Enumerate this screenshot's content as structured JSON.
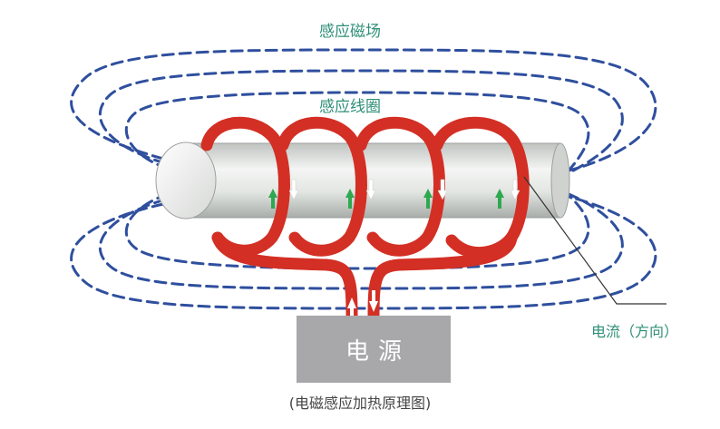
{
  "labels": {
    "magnetic_field": "感应磁场",
    "induction_coil": "感应线圈",
    "current_direction": "电流（方向）",
    "power_source": "电源",
    "caption": "(电磁感应加热原理图)"
  },
  "colors": {
    "field_lines": "#2f4f9e",
    "coil": "#d32f24",
    "label_text": "#2f8f76",
    "power_box": "#a8a7aa",
    "rod": "#e6e8e6",
    "arrow_green": "#2fa84f",
    "arrow_white": "#ffffff"
  },
  "diagram": {
    "coil_turns": 4
  }
}
